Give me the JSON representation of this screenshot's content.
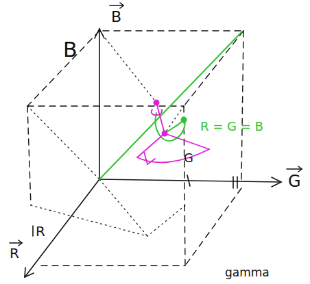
{
  "diagram": {
    "labels": [
      "B",
      "B",
      "G",
      "G",
      "R",
      "R",
      "R = G = B",
      "gamma"
    ]
  }
}
